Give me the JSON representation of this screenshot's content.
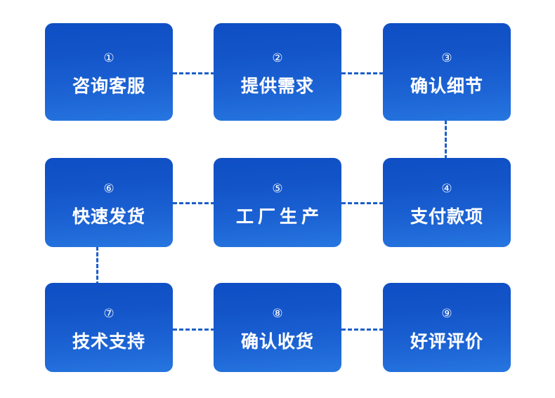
{
  "diagram": {
    "title": "",
    "type": "process-flow",
    "accent_color": "#1355c9",
    "connector_color": "#1b5ec9",
    "card_gradient_from": "#0f4ec4",
    "card_gradient_to": "#2676e0",
    "text_color": "#ffffff",
    "background_color": "#ffffff",
    "flow_order": [
      1,
      2,
      3,
      4,
      5,
      6,
      7,
      8,
      9
    ],
    "steps": [
      {
        "number": "①",
        "digit": "1",
        "label": "咨询客服",
        "row": 1,
        "col": 1
      },
      {
        "number": "②",
        "digit": "2",
        "label": "提供需求",
        "row": 1,
        "col": 2
      },
      {
        "number": "③",
        "digit": "3",
        "label": "确认细节",
        "row": 1,
        "col": 3
      },
      {
        "number": "④",
        "digit": "4",
        "label": "支付款项",
        "row": 2,
        "col": 3
      },
      {
        "number": "⑤",
        "digit": "5",
        "label": "工厂生产",
        "row": 2,
        "col": 2
      },
      {
        "number": "⑥",
        "digit": "6",
        "label": "快速发货",
        "row": 2,
        "col": 1
      },
      {
        "number": "⑦",
        "digit": "7",
        "label": "技术支持",
        "row": 3,
        "col": 1
      },
      {
        "number": "⑧",
        "digit": "8",
        "label": "确认收货",
        "row": 3,
        "col": 2
      },
      {
        "number": "⑨",
        "digit": "9",
        "label": "好评评价",
        "row": 3,
        "col": 3
      }
    ],
    "connectors": [
      {
        "name": "connector-1-to-2",
        "orientation": "horizontal"
      },
      {
        "name": "connector-2-to-3",
        "orientation": "horizontal"
      },
      {
        "name": "connector-3-to-4",
        "orientation": "vertical"
      },
      {
        "name": "connector-4-to-5",
        "orientation": "horizontal"
      },
      {
        "name": "connector-5-to-6",
        "orientation": "horizontal"
      },
      {
        "name": "connector-6-to-7",
        "orientation": "vertical"
      },
      {
        "name": "connector-7-to-8",
        "orientation": "horizontal"
      },
      {
        "name": "connector-8-to-9",
        "orientation": "horizontal"
      }
    ]
  }
}
